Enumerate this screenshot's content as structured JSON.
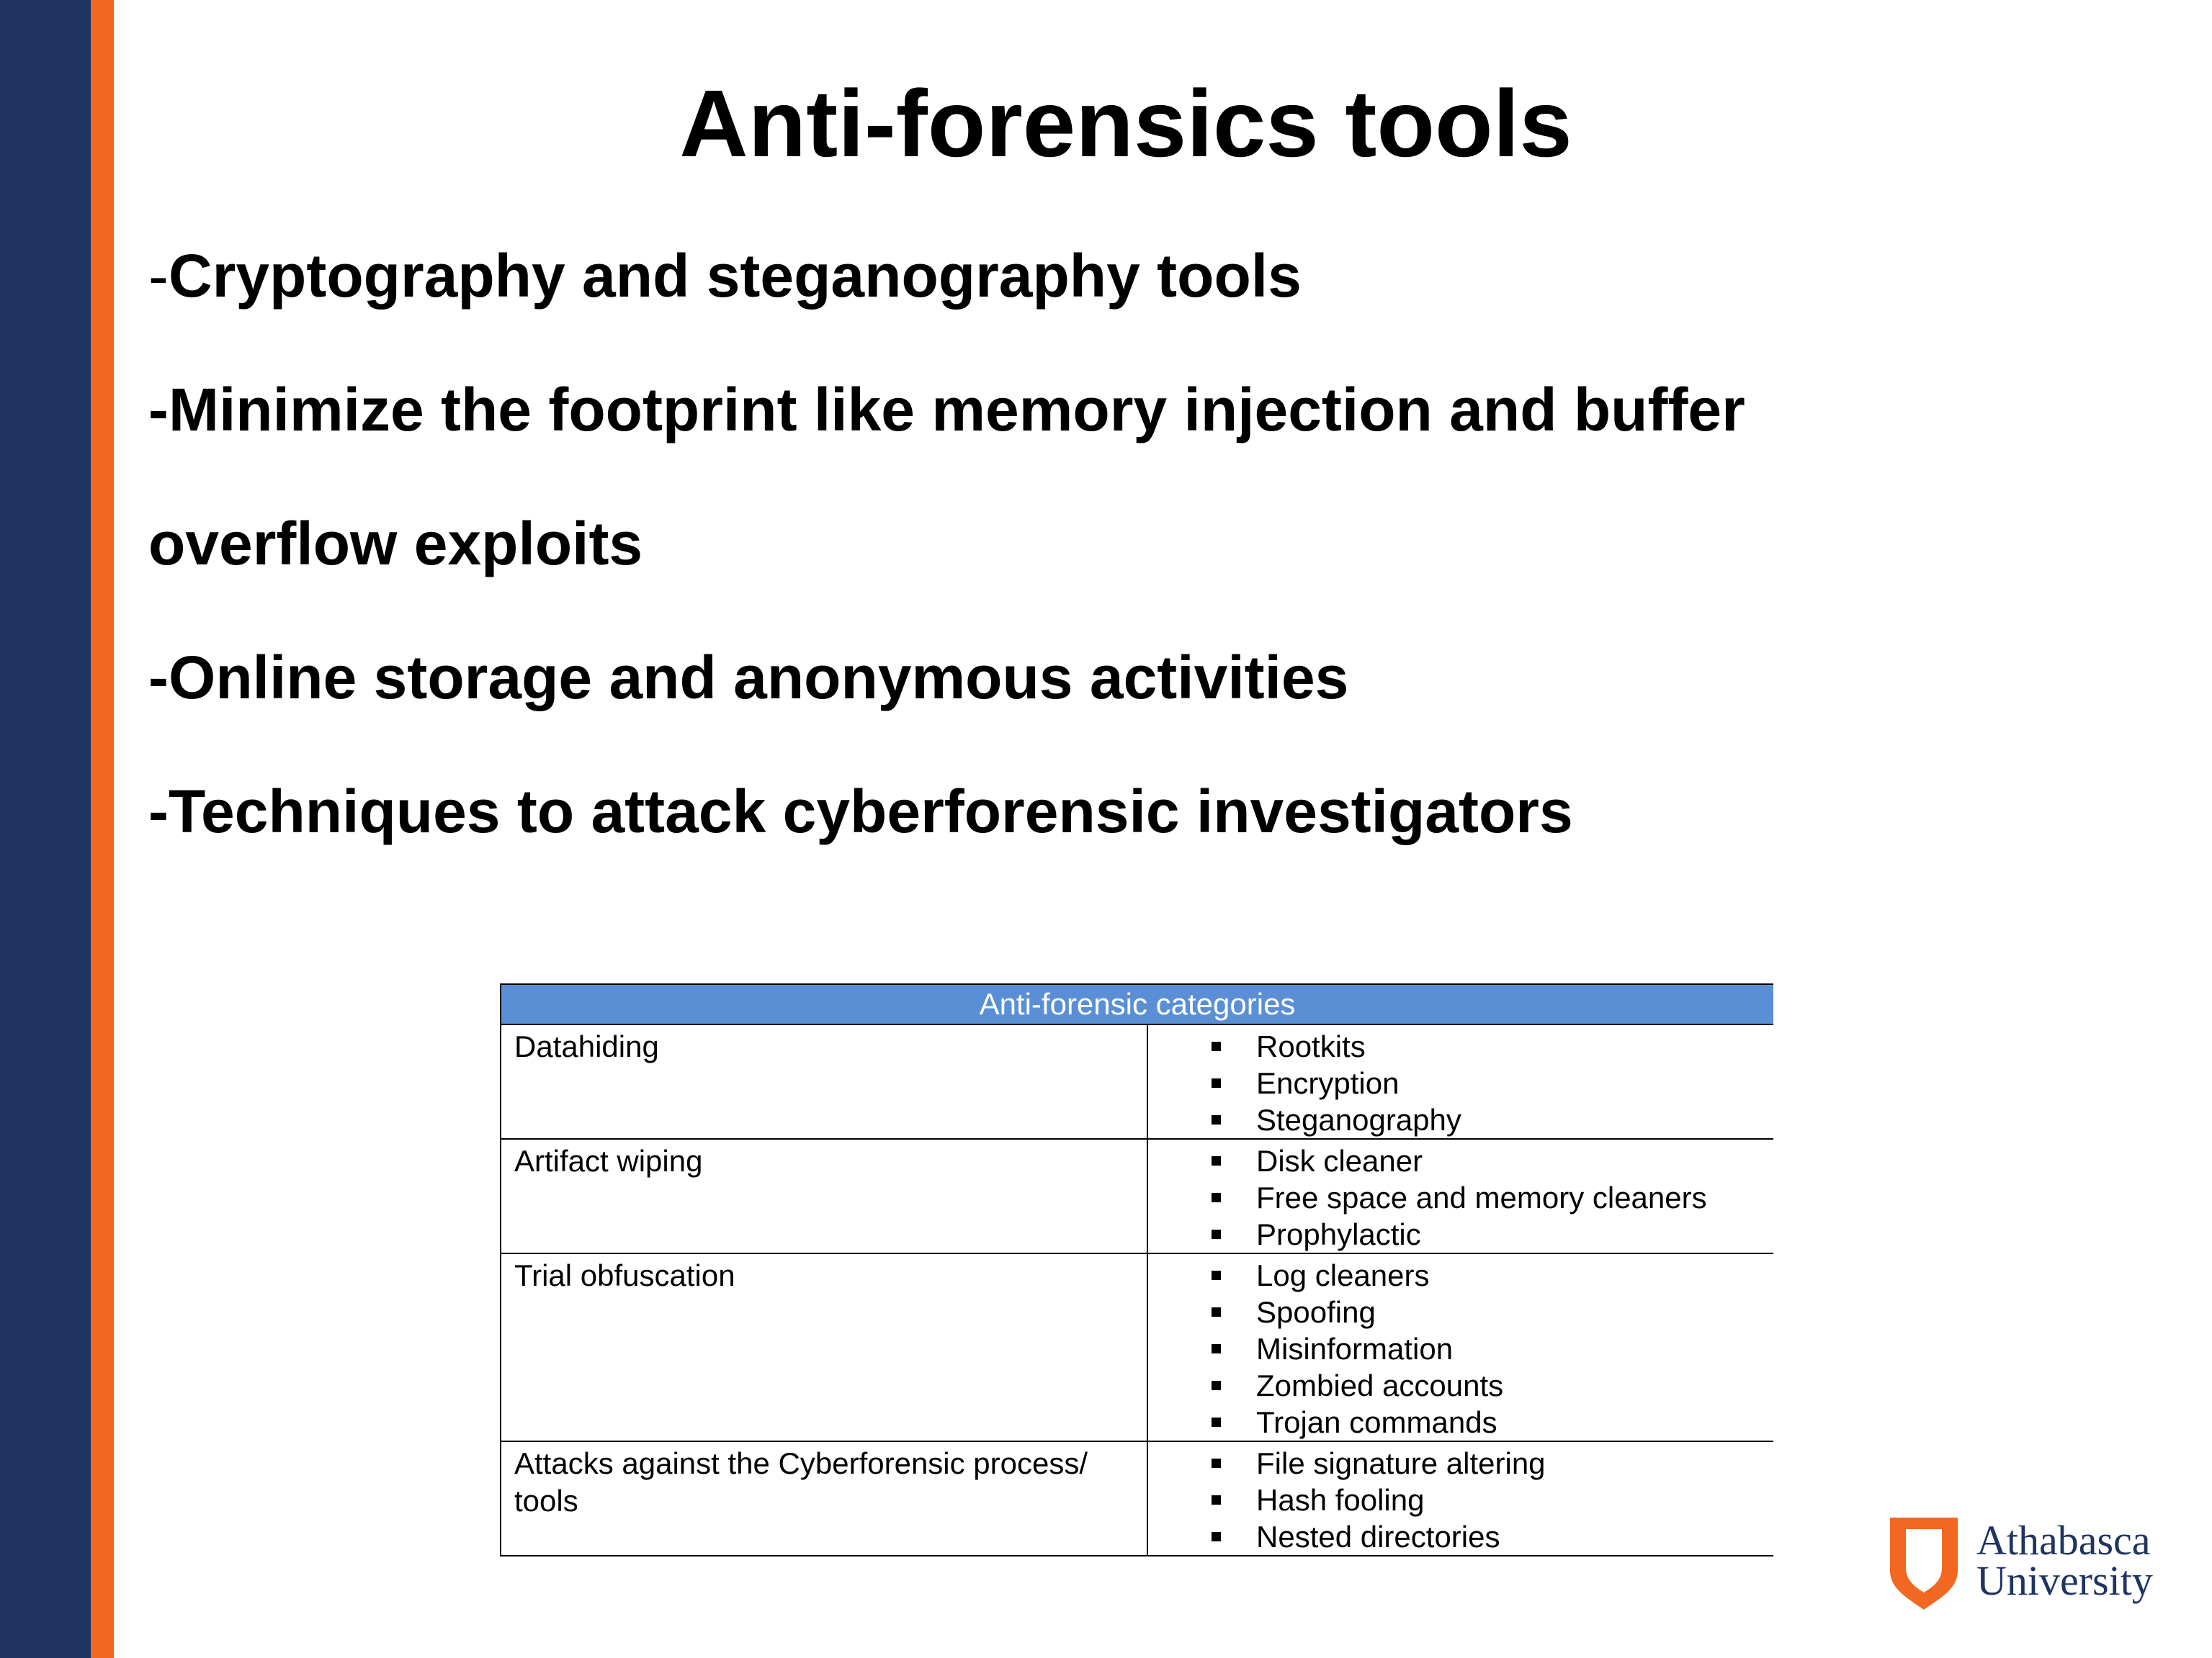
{
  "slide": {
    "title": "Anti-forensics tools",
    "bullets": [
      {
        "dash": "-",
        "text": "Cryptography and steganography tools"
      },
      {
        "dash": "-",
        "text": "Minimize the footprint like memory injection and buffer"
      },
      {
        "dash": "",
        "text": "overflow exploits"
      },
      {
        "dash": "-",
        "text": "Online storage and anonymous activities"
      },
      {
        "dash": "-",
        "text": "Techniques to attack cyberforensic investigators"
      }
    ]
  },
  "table": {
    "header": "Anti-forensic categories",
    "rows": [
      {
        "category": "Datahiding",
        "items": [
          "Rootkits",
          "Encryption",
          "Steganography"
        ]
      },
      {
        "category": "Artifact wiping",
        "items": [
          "Disk cleaner",
          "Free space and memory cleaners",
          "Prophylactic"
        ]
      },
      {
        "category": "Trial obfuscation",
        "items": [
          "Log cleaners",
          "Spoofing",
          "Misinformation",
          "Zombied accounts",
          "Trojan commands"
        ]
      },
      {
        "category": "Attacks against the Cyberforensic process/ tools",
        "items": [
          "File signature altering",
          "Hash fooling",
          "Nested directories"
        ]
      }
    ]
  },
  "logo": {
    "line1": "Athabasca",
    "line2": "University"
  },
  "colors": {
    "navy": "#1f3461",
    "orange": "#f26722",
    "table_header": "#5a8fd6"
  }
}
